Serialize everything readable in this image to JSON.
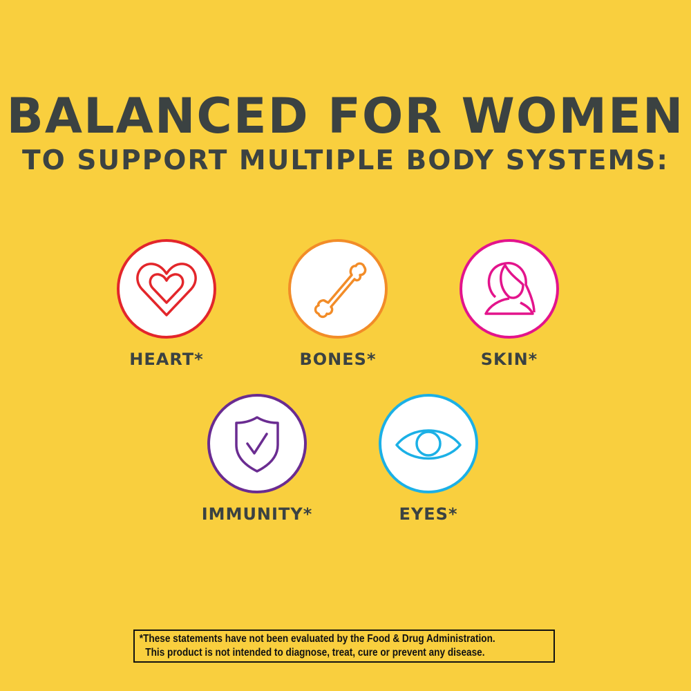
{
  "title": "BALANCED FOR WOMEN",
  "subtitle": "TO SUPPORT MULTIPLE BODY SYSTEMS:",
  "items": [
    {
      "label": "HEART*",
      "icon": "heart-icon",
      "color": "#e3262b"
    },
    {
      "label": "BONES*",
      "icon": "bone-icon",
      "color": "#f28c28"
    },
    {
      "label": "SKIN*",
      "icon": "woman-face-icon",
      "color": "#e3148c"
    },
    {
      "label": "IMMUNITY*",
      "icon": "shield-check-icon",
      "color": "#6a2c91"
    },
    {
      "label": "EYES*",
      "icon": "eye-icon",
      "color": "#1bb0e6"
    }
  ],
  "disclaimer": {
    "line1": "*These statements have not been evaluated by the Food & Drug Administration.",
    "line2": "This product is not intended to diagnose, treat, cure or prevent any disease."
  },
  "background": "#f9cf3e"
}
